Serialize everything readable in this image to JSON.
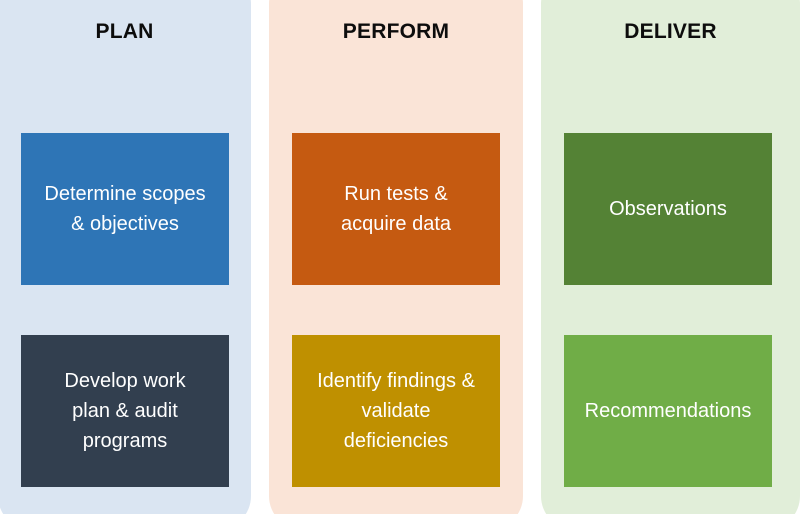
{
  "columns": [
    {
      "title": "PLAN",
      "boxes": [
        {
          "lines": [
            "Determine scopes",
            "& objectives"
          ]
        },
        {
          "lines": [
            "Develop work",
            "plan & audit",
            "programs"
          ]
        }
      ]
    },
    {
      "title": "PERFORM",
      "boxes": [
        {
          "lines": [
            "Run tests &",
            "acquire data"
          ]
        },
        {
          "lines": [
            "Identify findings &",
            "validate",
            "deficiencies"
          ]
        }
      ]
    },
    {
      "title": "DELIVER",
      "boxes": [
        {
          "lines": [
            "Observations"
          ]
        },
        {
          "lines": [
            "Recommendations"
          ]
        }
      ]
    }
  ],
  "colors": {
    "plan_bg": "#dae5f2",
    "perform_bg": "#fae4d7",
    "deliver_bg": "#e1eed9",
    "plan_box_1": "#2e75b6",
    "plan_box_2": "#323f4f",
    "perform_box_1": "#c55a11",
    "perform_box_2": "#bf9000",
    "deliver_box_1": "#548235",
    "deliver_box_2": "#70ad47"
  }
}
